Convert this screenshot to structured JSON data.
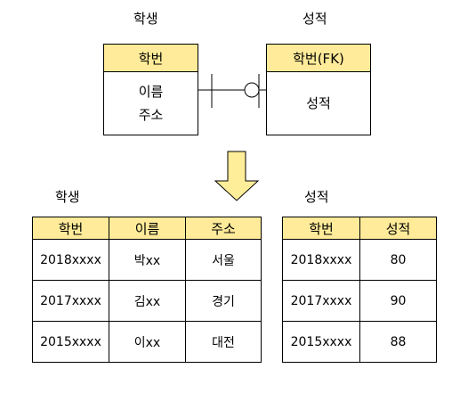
{
  "er": {
    "student": {
      "title": "학생",
      "pk": "학번",
      "attrs": [
        "이름",
        "주소"
      ]
    },
    "grade": {
      "title": "성적",
      "fk": "학번(FK)",
      "attrs": [
        "성적"
      ]
    }
  },
  "tables": {
    "student": {
      "title": "학생",
      "headers": [
        "학번",
        "이름",
        "주소"
      ],
      "rows": [
        [
          "2018xxxx",
          "박xx",
          "서울"
        ],
        [
          "2017xxxx",
          "김xx",
          "경기"
        ],
        [
          "2015xxxx",
          "이xx",
          "대전"
        ]
      ]
    },
    "grade": {
      "title": "성적",
      "headers": [
        "학번",
        "성적"
      ],
      "rows": [
        [
          "2018xxxx",
          "80"
        ],
        [
          "2017xxxx",
          "90"
        ],
        [
          "2015xxxx",
          "88"
        ]
      ]
    }
  },
  "colors": {
    "header_fill": "#ffeb99",
    "arrow_fill": "#ffee99"
  }
}
